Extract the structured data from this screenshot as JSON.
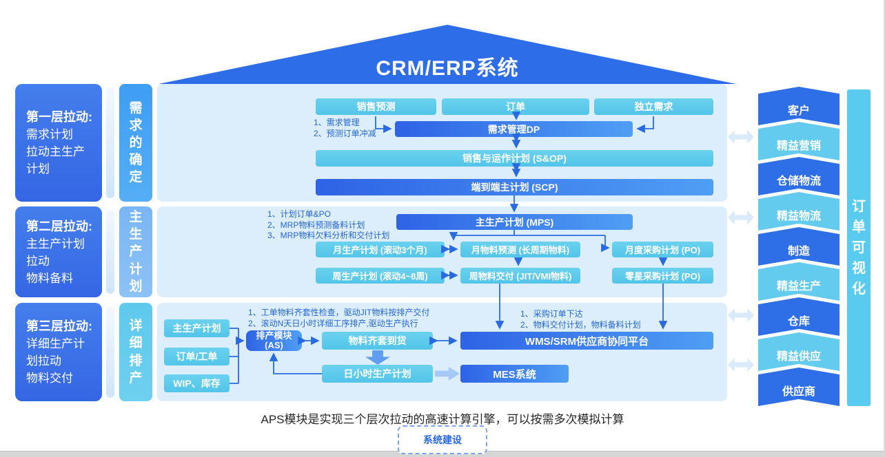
{
  "title": "CRM/ERP系统",
  "layers": [
    {
      "head": "第一层拉动:",
      "lines": [
        "需求计划",
        "拉动主生产",
        "计划"
      ],
      "vertical": "需求的确定"
    },
    {
      "head": "第二层拉动:",
      "lines": [
        "主生产计划",
        "拉动",
        "物料备料"
      ],
      "vertical": "主生产计划"
    },
    {
      "head": "第三层拉动:",
      "lines": [
        "详细生产计",
        "划拉动",
        "物料交付"
      ],
      "vertical": "详细排产"
    }
  ],
  "panel1": {
    "sources": [
      "销售预测",
      "订单",
      "独立需求"
    ],
    "notes": "1、需求管理\n2、预测订单冲减",
    "dp": "需求管理DP",
    "sop": "销售与运作计划 (S&OP)",
    "scp": "端到端主计划 (SCP)"
  },
  "panel2": {
    "notes": "1、计划订单&PO\n2、MRP物料预测备料计划\n3、MRP物料欠料分析和交付计划",
    "mps": "主生产计划 (MPS)",
    "row1": [
      "月生产计划 (滚动3个月)",
      "月物料预测 (长周期物料)",
      "月度采购计划 (PO)"
    ],
    "row2": [
      "周生产计划 (滚动4~8周)",
      "周物料交付 (JIT/VMI物料)",
      "零星采购计划 (PO)"
    ]
  },
  "panel3": {
    "notes_left": "1、工单物料齐套性检查，驱动JIT物料按排产交付\n2、滚动N天日小时详细工序排产,驱动生产执行",
    "notes_right": "1、采购订单下达\n2、物料交付计划，物料备料计划",
    "inputs": [
      "主生产计划",
      "订单/工单",
      "WIP、库存"
    ],
    "aps_line1": "排产模块",
    "aps_line2": "(AS)",
    "kitting": "物料齐套到货",
    "wms": "WMS/SRM供应商协同平台",
    "daily": "日小时生产计划",
    "mes": "MES系统"
  },
  "chevrons": [
    "客户",
    "精益营销",
    "仓储物流",
    "精益物流",
    "制造",
    "精益生产",
    "仓库",
    "精益供应",
    "供应商"
  ],
  "visibility_bar": "订单可视化",
  "caption": "APS模块是实现三个层次拉动的高速计算引擎，可以按需多次模拟计算",
  "button": "系统建设",
  "colors": {
    "roof_blue": "#2e6de8",
    "pull_box_blue": "#3b74e8",
    "panel_bg": "#dceefb",
    "cyan_node": "#58c8ea",
    "blue_node_gradient": "#2e63e5",
    "chevron_dark": "#2e6fe8",
    "chevron_light": "#63cbee",
    "wire_blue": "#2a6ae0",
    "note_blue": "#2565d8",
    "light_arrow": "#d9ebfa"
  }
}
